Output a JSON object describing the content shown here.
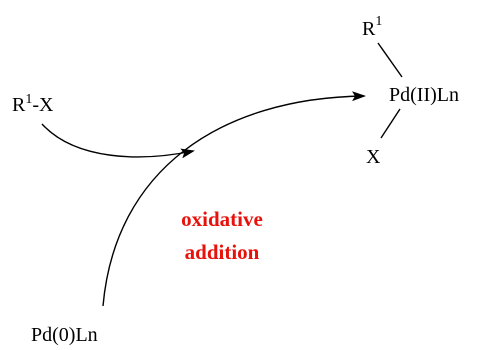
{
  "reactant": {
    "base": "R",
    "superscript": "1",
    "suffix": "-X"
  },
  "catalyst_start": "Pd(0)Ln",
  "product": {
    "r_group": {
      "base": "R",
      "superscript": "1"
    },
    "center": "Pd(II)Ln",
    "x_group": "X"
  },
  "step_label": {
    "line1": "oxidative",
    "line2": "addition"
  },
  "colors": {
    "step_label": "#e8120c",
    "lines": "#000000"
  }
}
